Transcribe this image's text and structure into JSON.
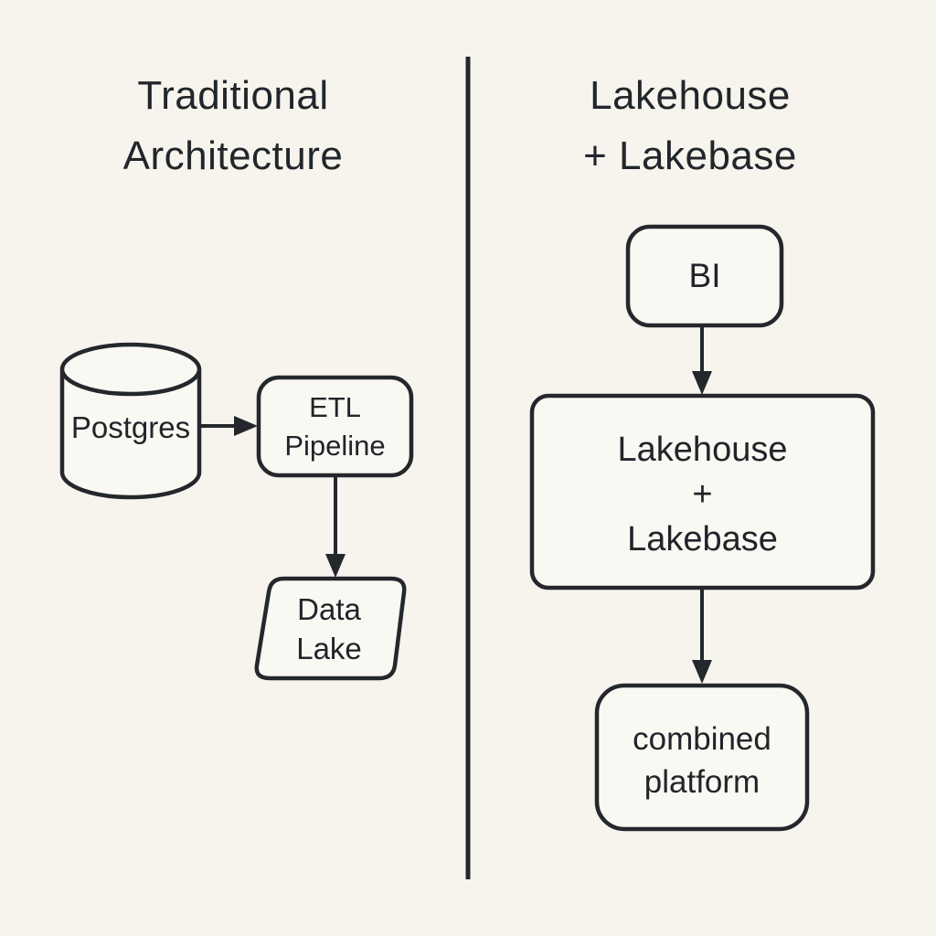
{
  "diagram": {
    "colors": {
      "background": "#f6f4ed",
      "ink": "#24272b",
      "node_fill": "#faf8f2"
    },
    "left": {
      "title": {
        "line1": "Traditional",
        "line2": "Architecture"
      },
      "nodes": {
        "postgres": {
          "shape": "cylinder",
          "label": "Postgres"
        },
        "etl": {
          "shape": "rounded-rect",
          "line1": "ETL",
          "line2": "Pipeline"
        },
        "data_lake": {
          "shape": "parallelogram",
          "line1": "Data",
          "line2": "Lake"
        }
      },
      "edges": [
        {
          "from": "Postgres",
          "to": "ETL Pipeline"
        },
        {
          "from": "ETL Pipeline",
          "to": "Data Lake"
        }
      ]
    },
    "right": {
      "title": {
        "line1": "Lakehouse",
        "line2": "+ Lakebase"
      },
      "nodes": {
        "bi": {
          "shape": "rounded-rect",
          "label": "BI"
        },
        "lakehouse": {
          "shape": "rounded-rect",
          "line1": "Lakehouse",
          "line2": "+",
          "line3": "Lakebase"
        },
        "combined": {
          "shape": "rounded-rect",
          "line1": "combined",
          "line2": "platform"
        }
      },
      "edges": [
        {
          "from": "BI",
          "to": "Lakehouse + Lakebase"
        },
        {
          "from": "Lakehouse + Lakebase",
          "to": "combined platform"
        }
      ]
    }
  }
}
